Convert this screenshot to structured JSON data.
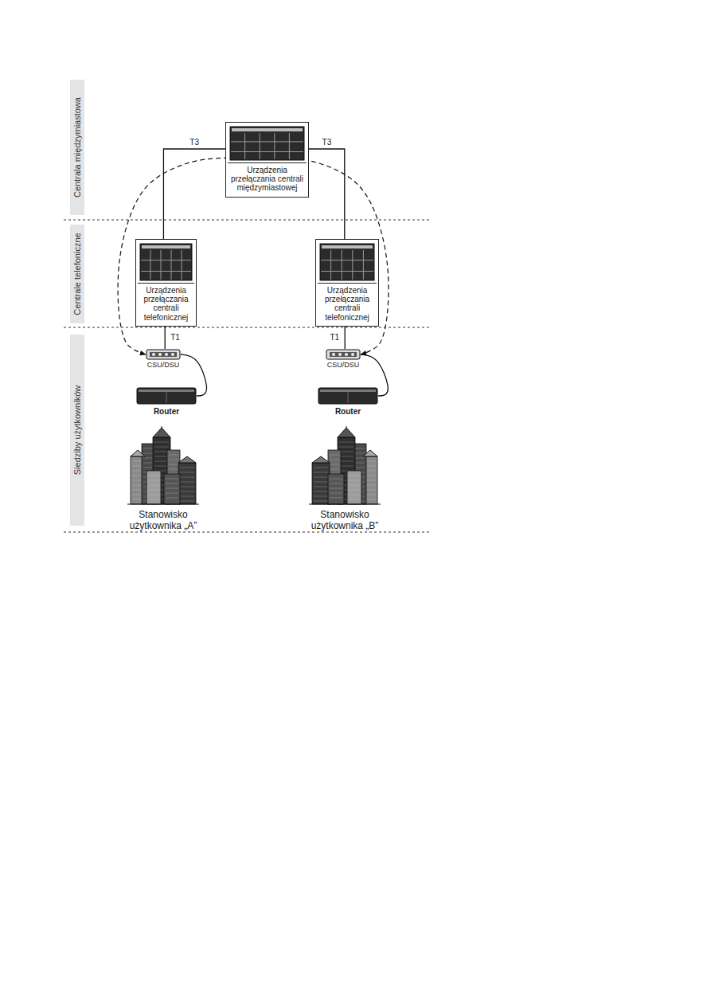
{
  "diagram": {
    "nodes": [
      {
        "text": [
          "Urządzenia przełączania centrali międzymiastowej"
        ]
      },
      {
        "text": [
          "Urządzenia przełączania centrali telefonicznej"
        ]
      },
      {
        "text": [
          "Urządzenia przełączania centrali telefonicznej"
        ]
      },
      {
        "text": [
          "CSU/DSU"
        ]
      },
      {
        "text": [
          "CSU/DSU"
        ]
      },
      {
        "text": [
          "Router"
        ]
      },
      {
        "text": [
          "Router"
        ]
      },
      {
        "text": [
          "Stanowisko użytkownika „A”"
        ]
      },
      {
        "text": [
          "Stanowisko użytkownika „B”"
        ]
      }
    ],
    "edges": [
      {
        "from": 0,
        "to": 1,
        "label": "T3",
        "arrow": "none"
      },
      {
        "from": 0,
        "to": 2,
        "label": "T3",
        "arrow": "none"
      },
      {
        "from": 1,
        "to": 3,
        "label": "T1",
        "arrow": "none"
      },
      {
        "from": 2,
        "to": 4,
        "label": "T1",
        "arrow": "none"
      },
      {
        "from": 3,
        "to": 5,
        "arrow": "none"
      },
      {
        "from": 4,
        "to": 6,
        "arrow": "none"
      },
      {
        "from": 3,
        "to": 4,
        "arrow": "both"
      }
    ],
    "labels": [
      "Centrala międzymiastowa",
      "Centrale telefoniczne",
      "Siedziby użytkowników"
    ]
  }
}
